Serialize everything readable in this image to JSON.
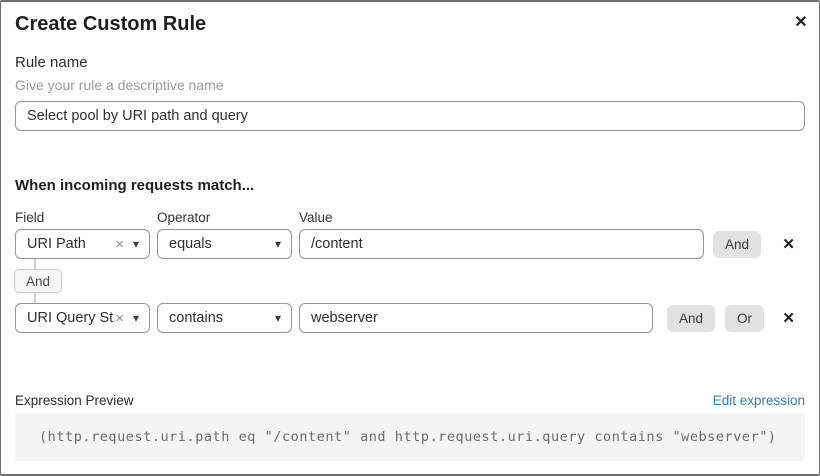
{
  "dialog": {
    "title": "Create Custom Rule"
  },
  "icons": {
    "close": "✕",
    "clear": "×",
    "caret": "▾",
    "remove": "✕"
  },
  "rule_name": {
    "label": "Rule name",
    "hint": "Give your rule a descriptive name",
    "value": "Select pool by URI path and query"
  },
  "match": {
    "heading": "When incoming requests match...",
    "columns": {
      "field": "Field",
      "operator": "Operator",
      "value": "Value"
    },
    "rows": [
      {
        "field": "URI Path",
        "operator": "equals",
        "value": "/content",
        "buttons": [
          "And"
        ]
      },
      {
        "field": "URI Query St...",
        "operator": "contains",
        "value": "webserver",
        "buttons": [
          "And",
          "Or"
        ]
      }
    ],
    "connector": "And"
  },
  "expression": {
    "label": "Expression Preview",
    "edit_link": "Edit expression",
    "code": "(http.request.uri.path eq \"/content\" and http.request.uri.query contains \"webserver\")"
  },
  "colors": {
    "link_blue": "#2f7bb5",
    "button_gray": "#e2e2e2",
    "code_bg": "#f4f4f4",
    "border_gray": "#949494"
  }
}
